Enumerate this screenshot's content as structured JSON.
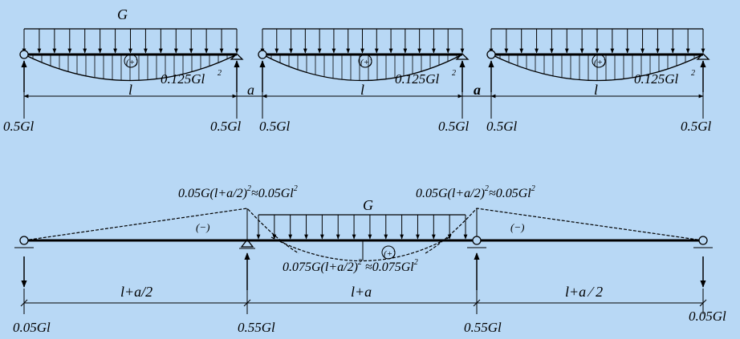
{
  "colors": {
    "background": "#b8d8f5",
    "ink": "#000000"
  },
  "top": {
    "load_label": "G",
    "spans": [
      {
        "span_label": "l",
        "moment_label": "0.125Gl",
        "moment_exp": "2",
        "sign": "(+)",
        "left_reaction": "0.5Gl",
        "right_reaction": "0.5Gl"
      },
      {
        "span_label": "l",
        "moment_label": "0.125Gl",
        "moment_exp": "2",
        "sign": "(+)",
        "left_reaction": "0.5Gl",
        "right_reaction": "0.5Gl"
      },
      {
        "span_label": "l",
        "moment_label": "0.125Gl",
        "moment_exp": "2",
        "sign": "(+)",
        "left_reaction": "0.5Gl",
        "right_reaction": "0.5Gl"
      }
    ],
    "gaps": [
      {
        "label": "a",
        "bold": false
      },
      {
        "label": "a",
        "bold": true
      }
    ]
  },
  "bottom": {
    "load_label": "G",
    "support_moment_left": "0.05G(l+a/2)",
    "support_moment_left_tail": "≈0.05Gl",
    "support_moment_right": "0.05G(l+a/2)",
    "support_moment_right_tail": "≈0.05Gl",
    "moment_exp": "2",
    "midspan_moment": "0.075G(l+a/2)",
    "midspan_moment_tail": " ≈0.075Gl",
    "sign_left": "(−)",
    "sign_mid": "(+)",
    "sign_right": "(−)",
    "dims": [
      "l+a/2",
      "l+a",
      "l+a ⁄ 2"
    ],
    "reactions": [
      "0.05Gl",
      "0.55Gl",
      "0.55Gl",
      "0.05Gl"
    ]
  }
}
